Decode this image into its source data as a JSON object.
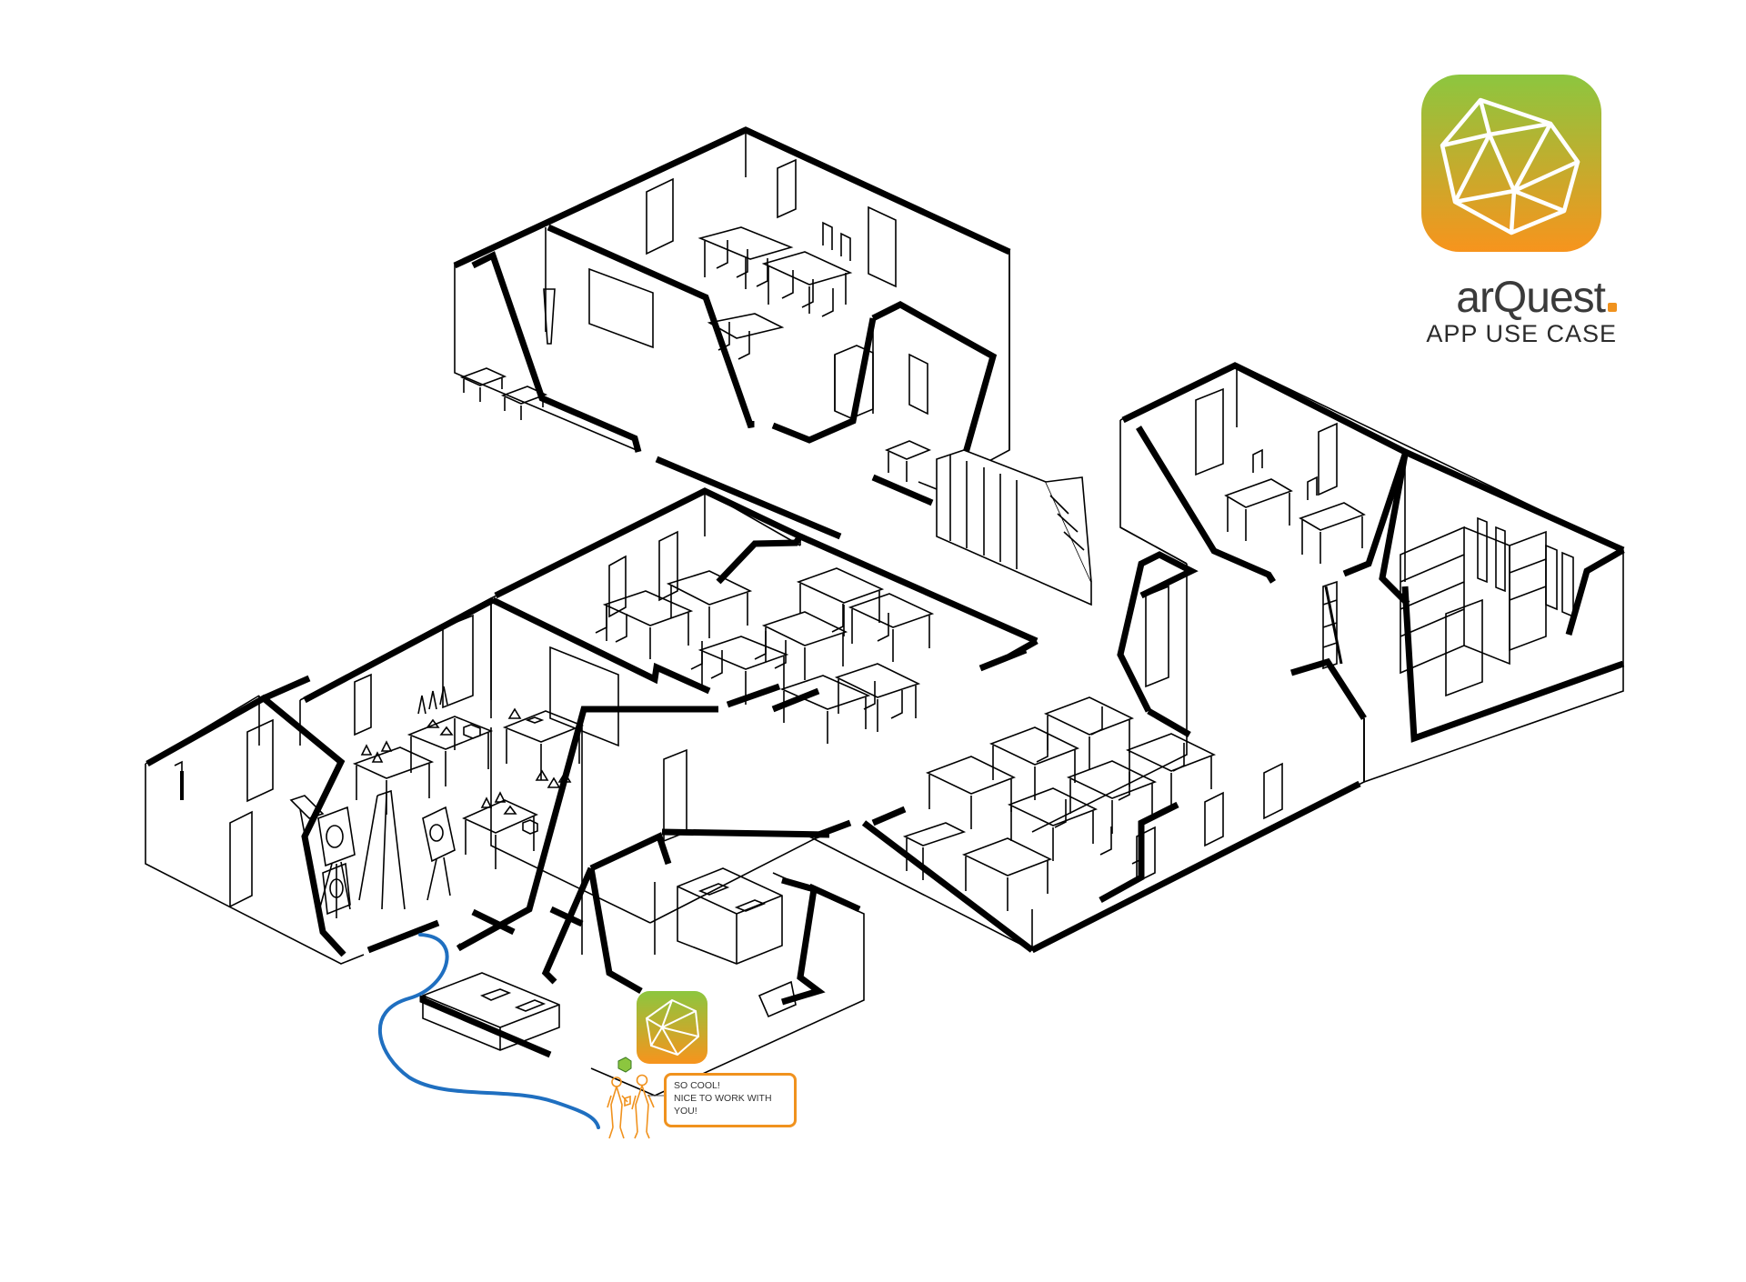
{
  "brand": {
    "name": "arQuest",
    "subtitle": "APP USE CASE",
    "accent_top": "#8cc63f",
    "accent_bottom": "#f7941d",
    "logo_icon": "icosahedron-icon"
  },
  "speech_bubble": {
    "lines": [
      "SO COOL!",
      "NICE TO WORK WITH",
      "YOU!"
    ],
    "border_color": "#f0921e"
  },
  "path_color": "#1f6fc0",
  "figures_color": "#f0921e"
}
